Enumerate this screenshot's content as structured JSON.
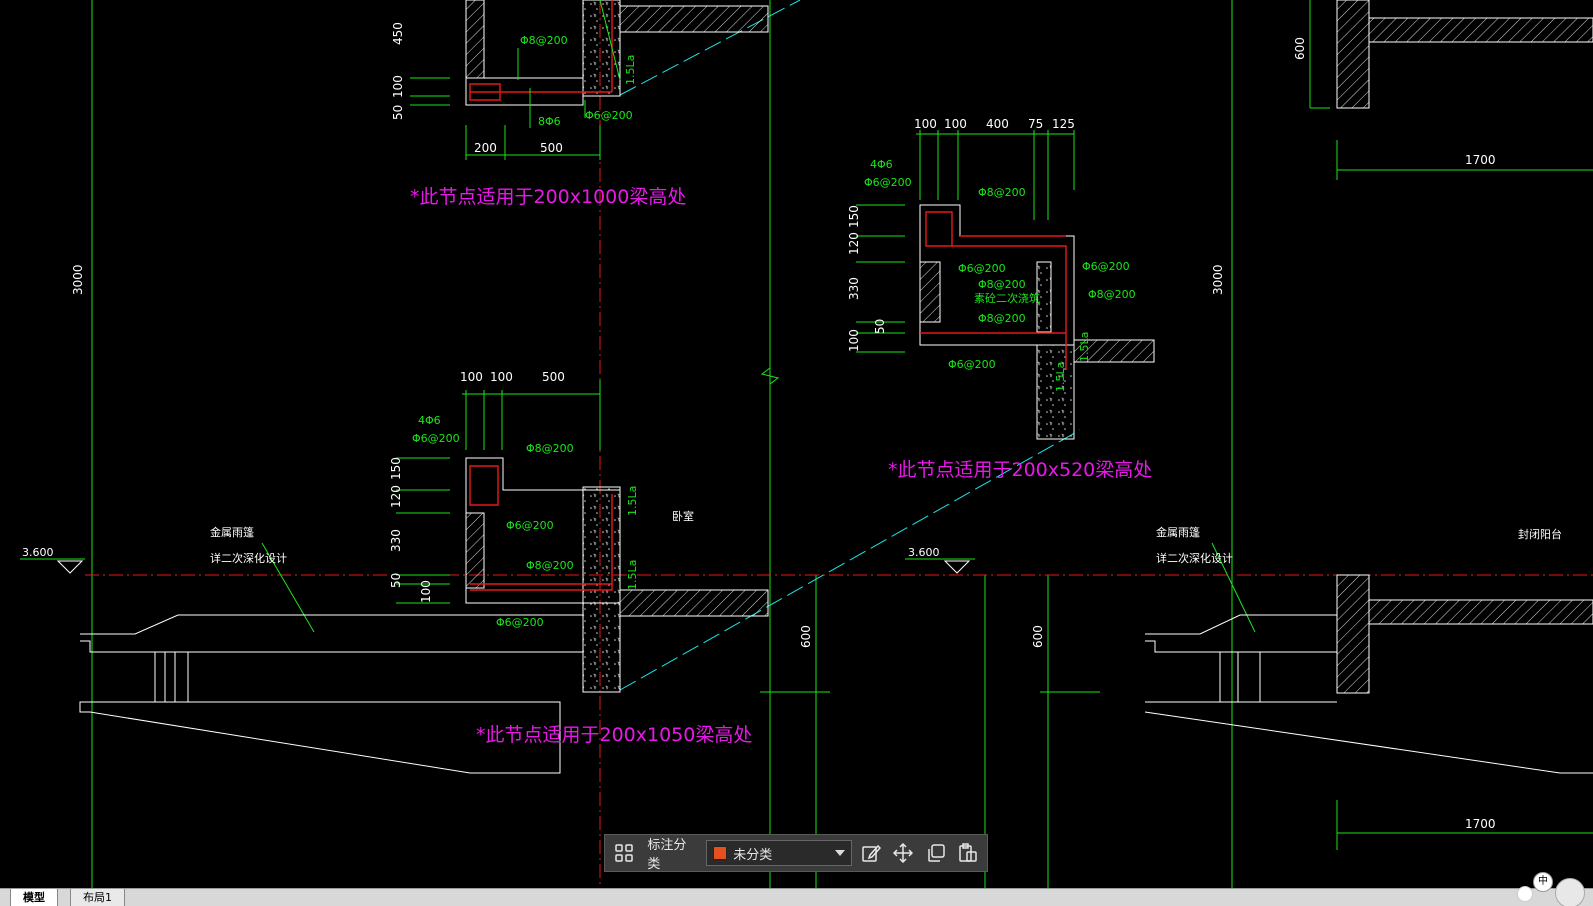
{
  "drawing": {
    "colors": {
      "background": "#000000",
      "outline": "#ffffff",
      "dimension": "#19e619",
      "rebar": "#e61919",
      "note": "#e619e6",
      "centerline": "#19e6e6",
      "hatch": "#d9d9d9"
    },
    "labels": {
      "node1_note": "*此节点适用于200x1000梁高处",
      "node2_note": "*此节点适用于200x520梁高处",
      "node3_note": "*此节点适用于200x1050梁高处",
      "canopy_left_1": "金属雨篷",
      "canopy_left_2": "详二次深化设计",
      "canopy_right_1": "金属雨篷",
      "canopy_right_2": "详二次深化设计",
      "room_bedroom": "卧室",
      "closed_balcony": "封闭阳台",
      "elev_left": "3.600",
      "elev_mid": "3.600"
    },
    "dims": {
      "d3000_left": "3000",
      "d3000_right": "3000",
      "d600_top_right": "600",
      "d1700_top": "1700",
      "d1700_bottom": "1700",
      "d600_mid1": "600",
      "d600_mid2": "600",
      "n1_450": "450",
      "n1_100": "100",
      "n1_50": "50",
      "n1_200": "200",
      "n1_500": "500",
      "n2_100a": "100",
      "n2_100b": "100",
      "n2_400": "400",
      "n2_75": "75",
      "n2_125": "125",
      "n2_150": "150",
      "n2_120": "120",
      "n2_330": "330",
      "n2_50": "50",
      "n2_100c": "100",
      "n3_100a": "100",
      "n3_100b": "100",
      "n3_500": "500",
      "n3_150": "150",
      "n3_120": "120",
      "n3_330": "330",
      "n3_50": "50",
      "n3_100c": "100"
    },
    "rebar": {
      "n1_a": "Φ8@200",
      "n1_b": "8Φ6",
      "n1_c": "Φ6@200",
      "n1_lap": "1.5La",
      "n2_a": "4Φ6",
      "n2_b": "Φ6@200",
      "n2_c": "Φ8@200",
      "n2_d": "Φ6@200",
      "n2_e": "Φ8@200",
      "n2_f": "素砼二次浇筑",
      "n2_g": "Φ8@200",
      "n2_h": "Φ6@200",
      "n2_i": "Φ6@200",
      "n2_j": "Φ8@200",
      "n2_lap": "1.5La",
      "n2_lap2": "1.5La",
      "n3_a": "4Φ6",
      "n3_b": "Φ6@200",
      "n3_c": "Φ8@200",
      "n3_d": "Φ6@200",
      "n3_e": "Φ8@200",
      "n3_f": "Φ6@200",
      "n3_lap1": "1.5La",
      "n3_lap2": "1.5La"
    }
  },
  "toolbar": {
    "category_label": "标注分类",
    "category_value": "未分类",
    "category_color": "#e6501e",
    "icons": [
      "grid-icon",
      "edit-icon",
      "move-icon",
      "copy-icon",
      "paste-icon"
    ]
  },
  "tabs": {
    "model": "模型",
    "layout1": "布局1"
  },
  "status": {
    "ime": "中"
  }
}
